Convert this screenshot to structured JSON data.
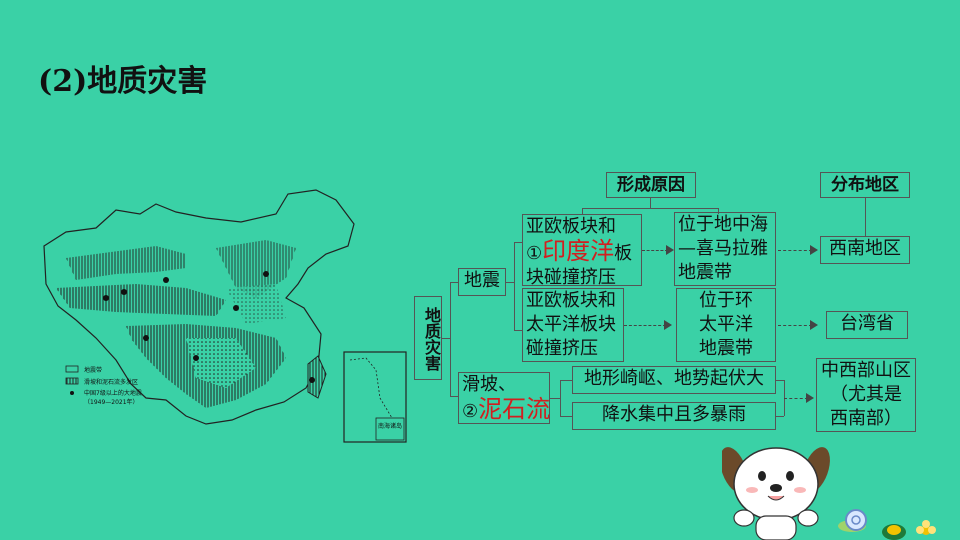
{
  "slide": {
    "title": "(2)地质灾害"
  },
  "map": {
    "legend": [
      "地震带",
      "滑坡和泥石流多发区",
      "中国7级以上的大地震",
      "（1949—2021年）"
    ],
    "inset_label": "南海诸岛"
  },
  "diagram": {
    "root": "地质灾害",
    "header_cause": "形成原因",
    "header_region": "分布地区",
    "earthquake_label": "地震",
    "cause1": {
      "line1": "亚欧板块和",
      "prefix": "①",
      "answer": "印度洋",
      "suffix": "板",
      "line3": "块碰撞挤压"
    },
    "belt1": [
      "位于地中海",
      "—喜马拉雅",
      "地震带"
    ],
    "region1": "西南地区",
    "cause2": [
      "亚欧板块和",
      "太平洋板块",
      "碰撞挤压"
    ],
    "belt2": [
      "位于环",
      "太平洋",
      "地震带"
    ],
    "region2": "台湾省",
    "landslide": {
      "line1": "滑坡、",
      "prefix": "②",
      "answer": "泥石流"
    },
    "factor1": "地形崎岖、地势起伏大",
    "factor2": "降水集中且多暴雨",
    "region3": [
      "中西部山区",
      "（尤其是",
      "西南部）"
    ]
  },
  "colors": {
    "background": "#3ad1a6",
    "answer_text": "#d21f1f",
    "line": "#555555"
  }
}
